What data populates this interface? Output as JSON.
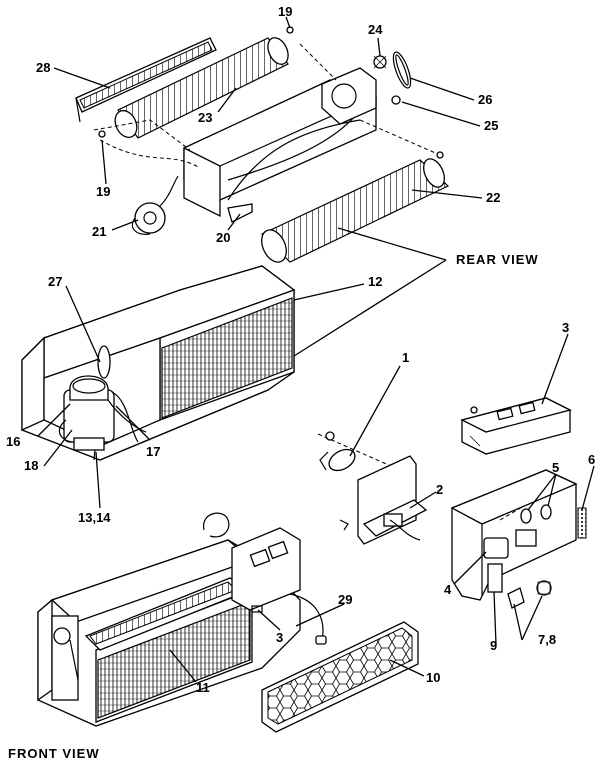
{
  "views": {
    "rear": "REAR   VIEW",
    "front": "FRONT   VIEW"
  },
  "callouts": {
    "p1": "1",
    "p2": "2",
    "p3a": "3",
    "p3b": "3",
    "p4": "4",
    "p5": "5",
    "p6": "6",
    "p7_8": "7,8",
    "p9": "9",
    "p10": "10",
    "p11": "11",
    "p12": "12",
    "p13_14": "13,14",
    "p16": "16",
    "p17": "17",
    "p18": "18",
    "p19a": "19",
    "p19b": "19",
    "p20": "20",
    "p21": "21",
    "p22": "22",
    "p23": "23",
    "p24": "24",
    "p25": "25",
    "p26": "26",
    "p27": "27",
    "p28": "28",
    "p29": "29"
  }
}
